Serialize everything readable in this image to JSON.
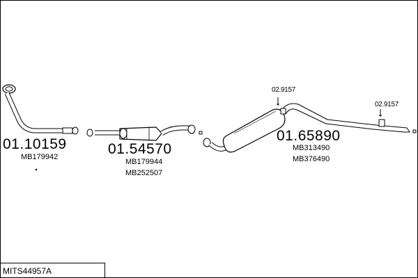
{
  "diagram": {
    "model_code": "MITS44957A",
    "parts": [
      {
        "part_number": "01.10159",
        "oem_refs": [
          "MB179942"
        ]
      },
      {
        "part_number": "01.54570",
        "oem_refs": [
          "MB179944",
          "MB252507"
        ]
      },
      {
        "part_number": "01.65890",
        "oem_refs": [
          "MB313490",
          "MB376490"
        ]
      }
    ],
    "brackets": [
      {
        "part_number": "02.9157"
      },
      {
        "part_number": "02.9157"
      }
    ]
  }
}
